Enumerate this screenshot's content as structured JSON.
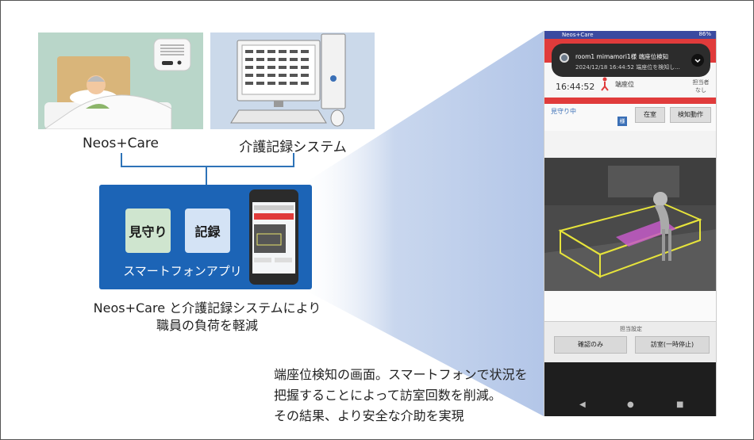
{
  "labels": {
    "neos_care": "Neos+Care",
    "kaigo_system": "介護記録システム",
    "app_mimamori": "見守り",
    "app_kiroku": "記録",
    "app_caption": "スマートフォンアプリ",
    "result_line1": "Neos+Care と介護記録システムにより",
    "result_line2": "職員の負荷を軽減"
  },
  "description": {
    "line1": "端座位検知の画面。スマートフォンで状況を",
    "line2": "把握することによって訪室回数を削減。",
    "line3": "その結果、より安全な介助を実現"
  },
  "phone": {
    "status_app": "Neos+Care",
    "status_right": "86%",
    "notification_title": "room1 mimamori1様 端座位検知",
    "notification_sub": "2024/12/18 16:44:52 端座位を検知し...",
    "banner_time": "16:44:52",
    "banner_event": "端座位",
    "banner_none": "担当者 なし",
    "monitoring_label": "見守り中",
    "monitoring_badge": "様",
    "btn_zaishitsu": "在室",
    "btn_kenchi": "検知動作",
    "setting_label": "担当設定",
    "btn_kakunin": "確認のみ",
    "btn_houshitsu": "訪室(一時停止)",
    "nav_back": "◀",
    "nav_home": "●",
    "nav_recent": "■"
  },
  "colors": {
    "app_box": "#1c64b6",
    "connector": "#2e73b8",
    "alert_red": "#e03b3b",
    "sensor_bg": "#b9d6c9",
    "pc_bg": "#cbd9ea"
  }
}
